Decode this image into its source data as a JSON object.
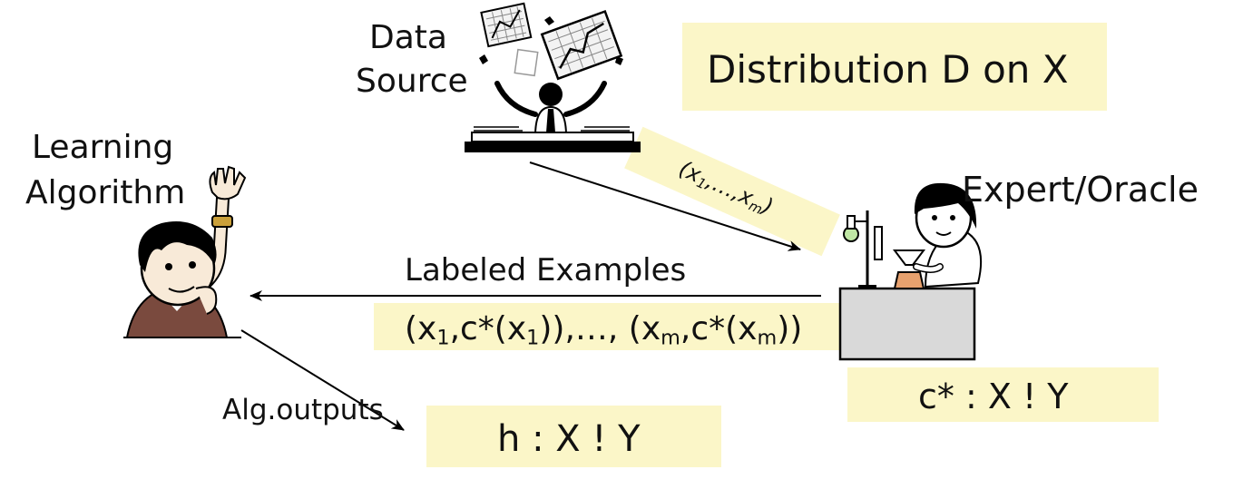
{
  "labels": {
    "data_source_line1": "Data",
    "data_source_line2": "Source",
    "distribution": "Distribution D on X",
    "learner_line1": "Learning",
    "learner_line2": "Algorithm",
    "oracle": "Expert/Oracle",
    "labeled_examples": "Labeled Examples",
    "alg_outputs": "Alg.outputs",
    "oracle_function": "c* : X ! Y",
    "hypothesis": "h : X ! Y"
  },
  "sample": {
    "open": "(x",
    "sub_first": "1",
    "dots": ",…,x",
    "sub_last": "m",
    "close": ")"
  },
  "labeled": {
    "p1": "(x",
    "s1": "1",
    "p2": ",c*(x",
    "s2": "1",
    "p3": ")),…, (x",
    "s3": "m",
    "p4": ",c*(x",
    "s4": "m",
    "p5": "))"
  },
  "colors": {
    "highlight": "#fbf6c8",
    "line": "#000000"
  }
}
